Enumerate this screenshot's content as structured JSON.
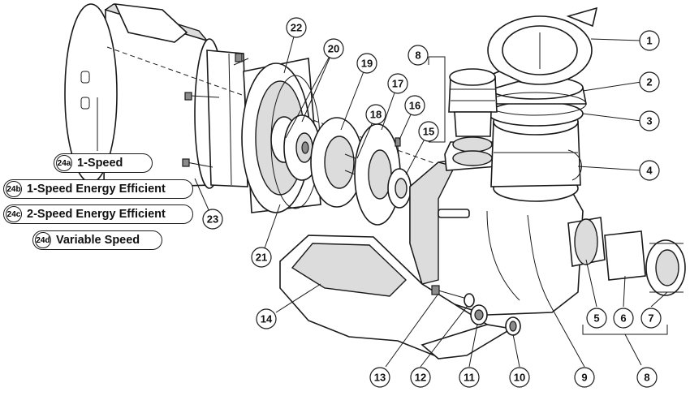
{
  "callouts": [
    {
      "id": "c1",
      "label": "1"
    },
    {
      "id": "c2",
      "label": "2"
    },
    {
      "id": "c3",
      "label": "3"
    },
    {
      "id": "c4",
      "label": "4"
    },
    {
      "id": "c5",
      "label": "5"
    },
    {
      "id": "c6",
      "label": "6"
    },
    {
      "id": "c7",
      "label": "7"
    },
    {
      "id": "c8a",
      "label": "8"
    },
    {
      "id": "c8b",
      "label": "8"
    },
    {
      "id": "c9",
      "label": "9"
    },
    {
      "id": "c10",
      "label": "10"
    },
    {
      "id": "c11",
      "label": "11"
    },
    {
      "id": "c12",
      "label": "12"
    },
    {
      "id": "c13",
      "label": "13"
    },
    {
      "id": "c14",
      "label": "14"
    },
    {
      "id": "c15",
      "label": "15"
    },
    {
      "id": "c16",
      "label": "16"
    },
    {
      "id": "c17",
      "label": "17"
    },
    {
      "id": "c18",
      "label": "18"
    },
    {
      "id": "c19",
      "label": "19"
    },
    {
      "id": "c20",
      "label": "20"
    },
    {
      "id": "c21",
      "label": "21"
    },
    {
      "id": "c22",
      "label": "22"
    },
    {
      "id": "c23",
      "label": "23"
    }
  ],
  "motor_options": [
    {
      "tag": "24a",
      "label": "1-Speed"
    },
    {
      "tag": "24b",
      "label": "1-Speed Energy Efficient"
    },
    {
      "tag": "24c",
      "label": "2-Speed Energy Efficient"
    },
    {
      "tag": "24d",
      "label": "Variable Speed"
    }
  ]
}
